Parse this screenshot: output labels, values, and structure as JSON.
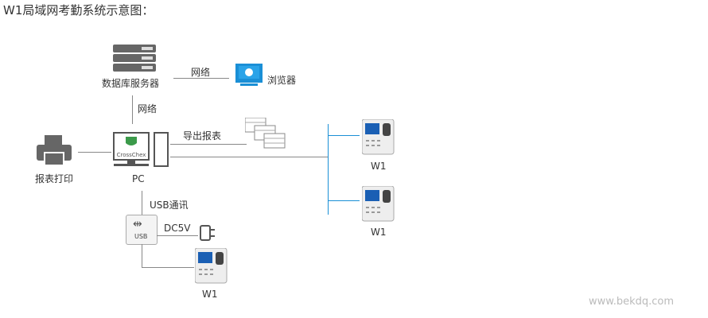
{
  "title": "W1局域网考勤系统示意图：",
  "nodes": {
    "db_server": "数据库服务器",
    "browser": "浏览器",
    "pc": "PC",
    "printer": "报表打印",
    "w1_a": "W1",
    "w1_b": "W1",
    "w1_c": "W1",
    "usb_icon_label": "USB",
    "pc_logo": "CrossChex"
  },
  "edges": {
    "server_browser": "网络",
    "server_pc": "网络",
    "pc_reports": "导出报表",
    "pc_usb": "USB通讯",
    "usb_power": "DC5V"
  },
  "watermark": "www.bekdq.com",
  "colors": {
    "line": "#888888",
    "accent": "#1a8fd6",
    "device": "#666666",
    "w1_screen": "#1a5fb4"
  }
}
